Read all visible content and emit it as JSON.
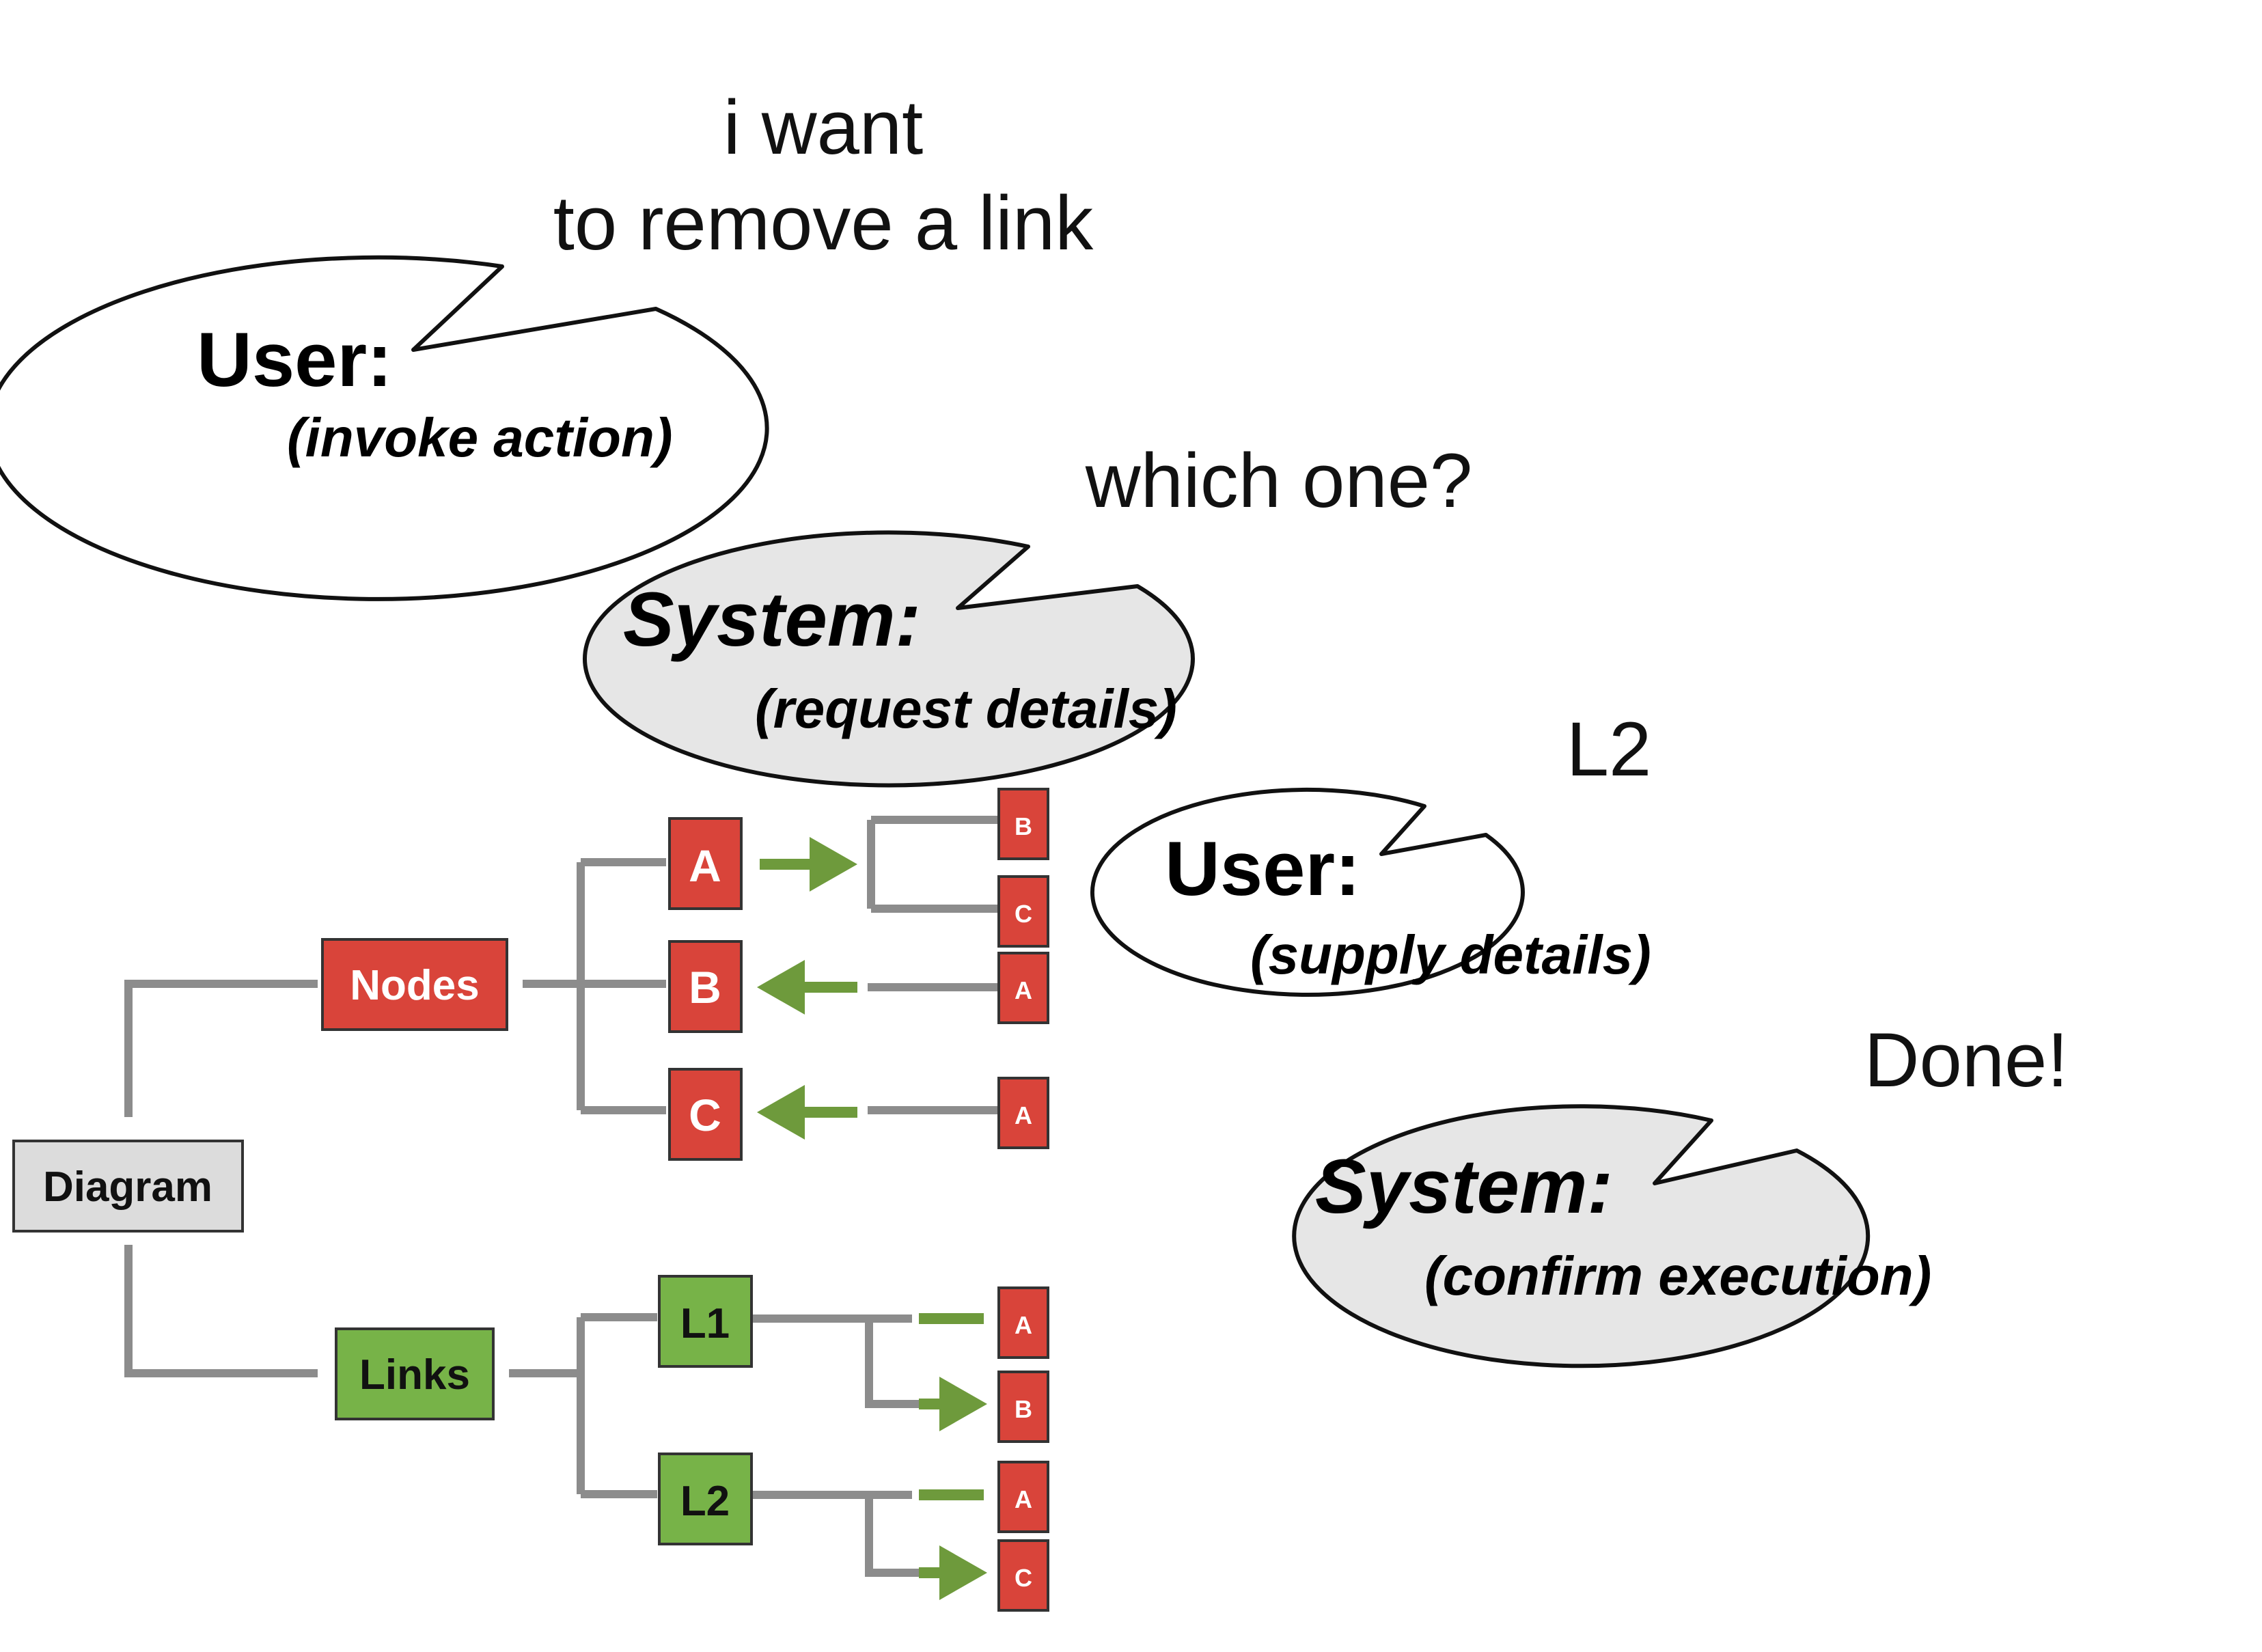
{
  "dialogue": [
    {
      "speaker": "User:",
      "role": "(invoke action)",
      "bubble_lines": [
        "i want",
        "to remove a link"
      ],
      "bubble_fill": "#ffffff"
    },
    {
      "speaker": "System:",
      "role": "(request details)",
      "bubble_lines": [
        "which one?"
      ],
      "bubble_fill": "#e6e6e6"
    },
    {
      "speaker": "User:",
      "role": "(supply details)",
      "bubble_lines": [
        "L2"
      ],
      "bubble_fill": "#ffffff"
    },
    {
      "speaker": "System:",
      "role": "(confirm execution)",
      "bubble_lines": [
        "Done!"
      ],
      "bubble_fill": "#e6e6e6"
    }
  ],
  "tree": {
    "root": "Diagram",
    "nodes_label": "Nodes",
    "links_label": "Links",
    "nodes": [
      {
        "name": "A",
        "targets": [
          "B",
          "C"
        ]
      },
      {
        "name": "B",
        "sources": [
          "A"
        ]
      },
      {
        "name": "C",
        "sources": [
          "A"
        ]
      }
    ],
    "links": [
      {
        "name": "L1",
        "from": "A",
        "to": "B"
      },
      {
        "name": "L2",
        "from": "A",
        "to": "C"
      }
    ]
  },
  "colors": {
    "node_red": "#d9443a",
    "link_green": "#77b348",
    "root_gray": "#dcdcdc",
    "line_gray": "#8c8c8c",
    "arrow_green": "#6e9a3c"
  }
}
